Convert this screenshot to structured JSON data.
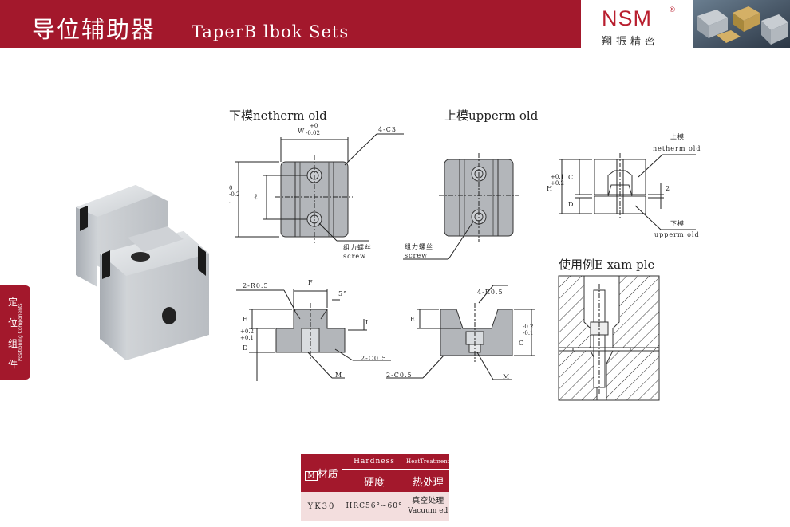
{
  "header": {
    "title_cn": "导位辅助器",
    "title_en": "TaperB lbok Sets"
  },
  "logo": {
    "name": "NSM",
    "reg": "®",
    "subtitle": "翔振精密"
  },
  "side_tab": {
    "label_cn": [
      "定",
      "位",
      "组",
      "件"
    ],
    "label_en": "Positioning Components"
  },
  "diagrams": {
    "nether_title": "下模netherm old",
    "upper_title": "上模upperm old",
    "example_title": "使用例E xam ple",
    "w_label": "W",
    "w_tol_top": "+0",
    "w_tol_bottom": "-0.02",
    "chamfer": "4-C3",
    "l_label": "L",
    "l_tol": "0\n-0.2",
    "ell": "ℓ",
    "screw_cn": "组力螺丝",
    "screw_en": "screw",
    "screw_cn2": "组力螺丝",
    "screw_en2": "screw",
    "side_h": "H",
    "side_h_tol": "+0.1\n+0.2",
    "side_c": "C",
    "side_d": "D",
    "side_2": "2",
    "upper_cn": "上模",
    "upper_en": "netherm old",
    "lower_cn": "下模",
    "lower_en": "upperm old",
    "r05_a": "2-R0.5",
    "f_label": "F",
    "angle": "5°",
    "e_label": "E",
    "i_label": "I",
    "d_label": "D",
    "d_tol": "+0.2\n+0.1",
    "c05_a": "2-C0.5",
    "m_a": "M",
    "r05_b": "4-R0.5",
    "e_label2": "E",
    "c_label": "C",
    "c_tol": "-0.2\n-0.1",
    "c05_b": "2-C0.5",
    "m_b": "M"
  },
  "material_table": {
    "material_icon": "M",
    "material_label": "材质",
    "hardness_en": "Hardness",
    "hardness_cn": "硬度",
    "heat_en": "HeatTreatment",
    "heat_cn": "热处理",
    "row_material": "YK30",
    "row_hardness": "HRC56°~60°",
    "row_heat_cn": "真空处理",
    "row_heat_en": "Vacuum ed"
  },
  "colors": {
    "brand": "#a3182c",
    "table_bg": "#f3dede"
  }
}
